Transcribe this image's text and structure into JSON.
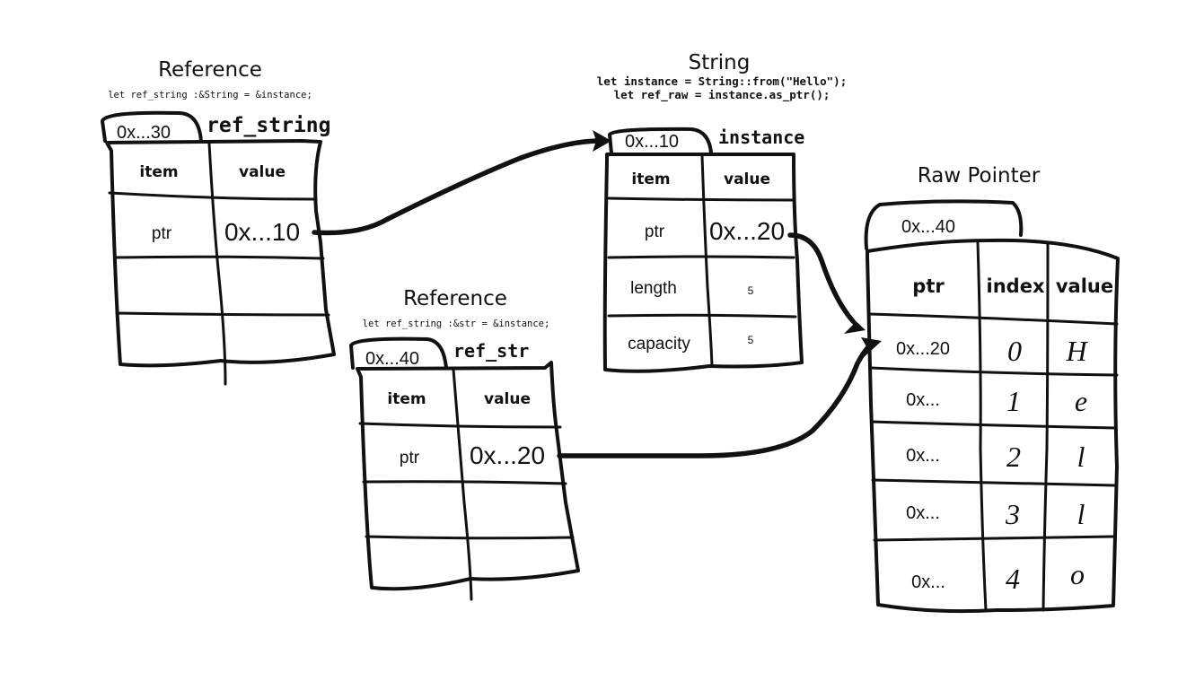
{
  "ref_string": {
    "title": "Reference",
    "code": "let ref_string :&String = &instance;",
    "address": "0x...30",
    "name": "ref_string",
    "headers": [
      "item",
      "value"
    ],
    "rows": [
      [
        "ptr",
        "0x...10"
      ],
      [
        "",
        ""
      ],
      [
        "",
        ""
      ]
    ]
  },
  "ref_str": {
    "title": "Reference",
    "code": "let ref_string :&str = &instance;",
    "address": "0x...40",
    "name": "ref_str",
    "headers": [
      "item",
      "value"
    ],
    "rows": [
      [
        "ptr",
        "0x...20"
      ],
      [
        "",
        ""
      ],
      [
        "",
        ""
      ]
    ]
  },
  "string_instance": {
    "title": "String",
    "code_line_1": "let instance = String::from(\"Hello\");",
    "code_line_2": "let ref_raw = instance.as_ptr();",
    "address": "0x...10",
    "name": "instance",
    "headers": [
      "item",
      "value"
    ],
    "rows": [
      [
        "ptr",
        "0x...20"
      ],
      [
        "length",
        "5"
      ],
      [
        "capacity",
        "5"
      ]
    ]
  },
  "raw_pointer": {
    "title": "Raw Pointer",
    "address": "0x...40",
    "headers": [
      "ptr",
      "index",
      "value"
    ],
    "rows": [
      [
        "0x...20",
        "0",
        "H"
      ],
      [
        "0x...",
        "1",
        "e"
      ],
      [
        "0x...",
        "2",
        "l"
      ],
      [
        "0x...",
        "3",
        "l"
      ],
      [
        "0x...",
        "4",
        "o"
      ]
    ]
  }
}
